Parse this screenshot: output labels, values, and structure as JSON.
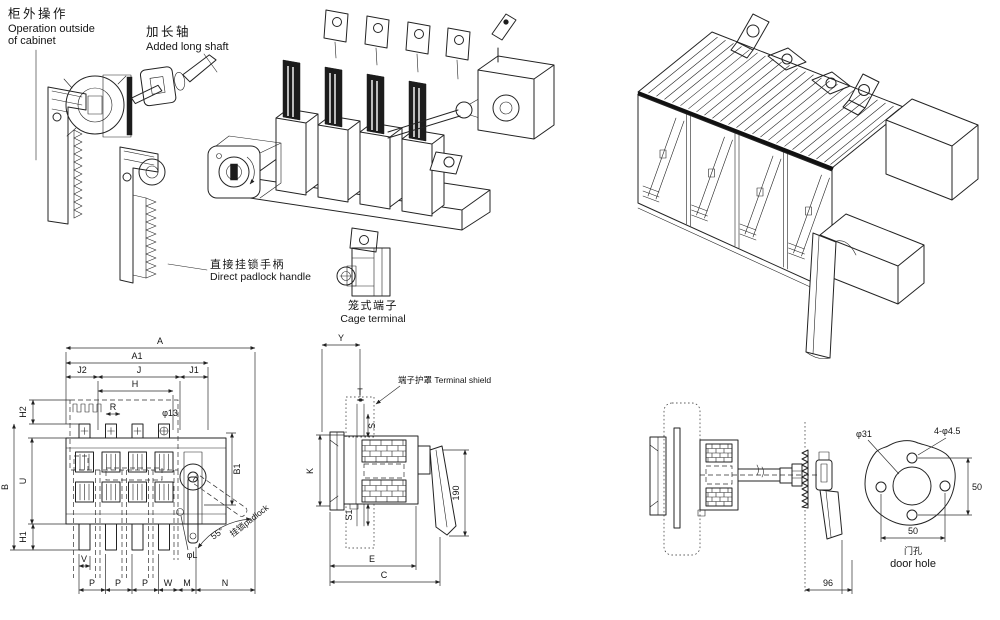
{
  "ann": {
    "op_zh": "柜外操作",
    "op_en1": "Operation outside",
    "op_en2": "of cabinet",
    "shaft_zh": "加长轴",
    "shaft_en": "Added long shaft",
    "padlock_zh": "直接挂锁手柄",
    "padlock_en": "Direct padlock handle",
    "cage_zh": "笼式端子",
    "cage_en": "Cage terminal",
    "shield": "端子护罩 Terminal shield",
    "angle": "55°",
    "swing": "挂锁padlock",
    "door_zh": "门孔",
    "door_en": "door hole"
  },
  "front": {
    "A": "A",
    "A1": "A1",
    "J2": "J2",
    "J": "J",
    "J1": "J1",
    "H": "H",
    "H2": "H2",
    "B": "B",
    "U": "U",
    "H1": "H1",
    "B1": "B1",
    "R": "R",
    "phi13": "φ13",
    "phiL": "φL",
    "V": "V",
    "P": "P",
    "W": "W",
    "M": "M",
    "N": "N"
  },
  "side": {
    "Y": "Y",
    "K": "K",
    "T": "T",
    "S": "S",
    "S1": "S1",
    "h190": "190",
    "E": "E",
    "C": "C"
  },
  "shaftv": {
    "d96": "96"
  },
  "door": {
    "center": "φ31",
    "holes": "4-φ4.5",
    "v50": "50",
    "h50": "50"
  }
}
